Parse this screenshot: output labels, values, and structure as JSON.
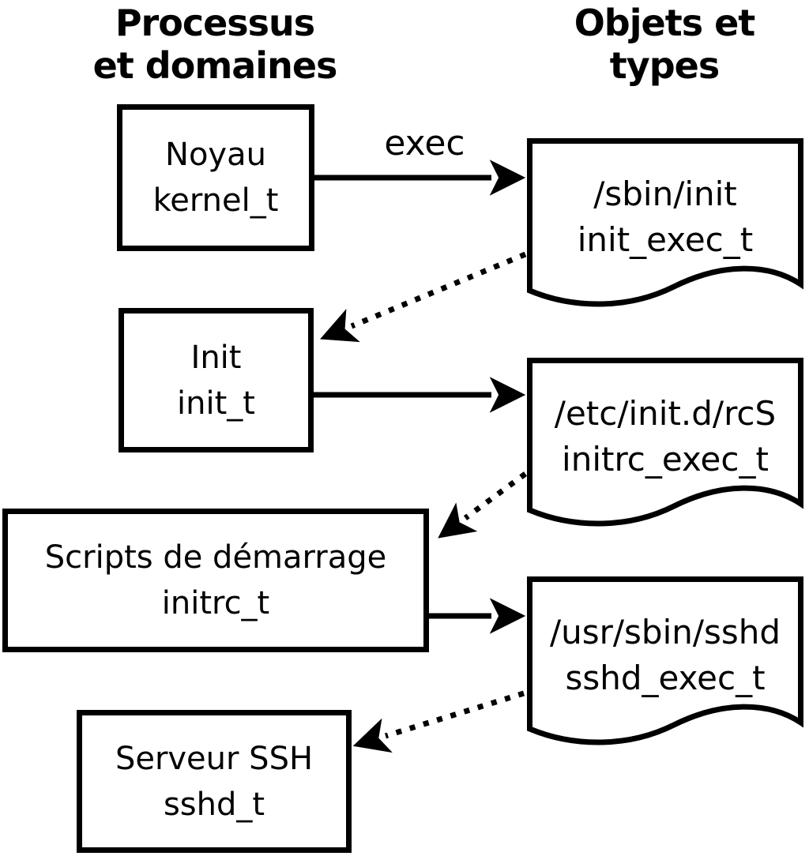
{
  "diagram": {
    "header_left": "Processus\net domaines",
    "header_right": "Objets et\ntypes",
    "exec_label": "exec",
    "process_boxes": [
      {
        "name": "Noyau",
        "selinux_type": "kernel_t"
      },
      {
        "name": "Init",
        "selinux_type": "init_t"
      },
      {
        "name": "Scripts de démarrage",
        "selinux_type": "initrc_t"
      },
      {
        "name": "Serveur SSH",
        "selinux_type": "sshd_t"
      }
    ],
    "file_objects": [
      {
        "path": "/sbin/init",
        "selinux_type": "init_exec_t"
      },
      {
        "path": "/etc/init.d/rcS",
        "selinux_type": "initrc_exec_t"
      },
      {
        "path": "/usr/sbin/sshd",
        "selinux_type": "sshd_exec_t"
      }
    ],
    "colors": {
      "ink": "#000000",
      "background": "#ffffff"
    }
  }
}
